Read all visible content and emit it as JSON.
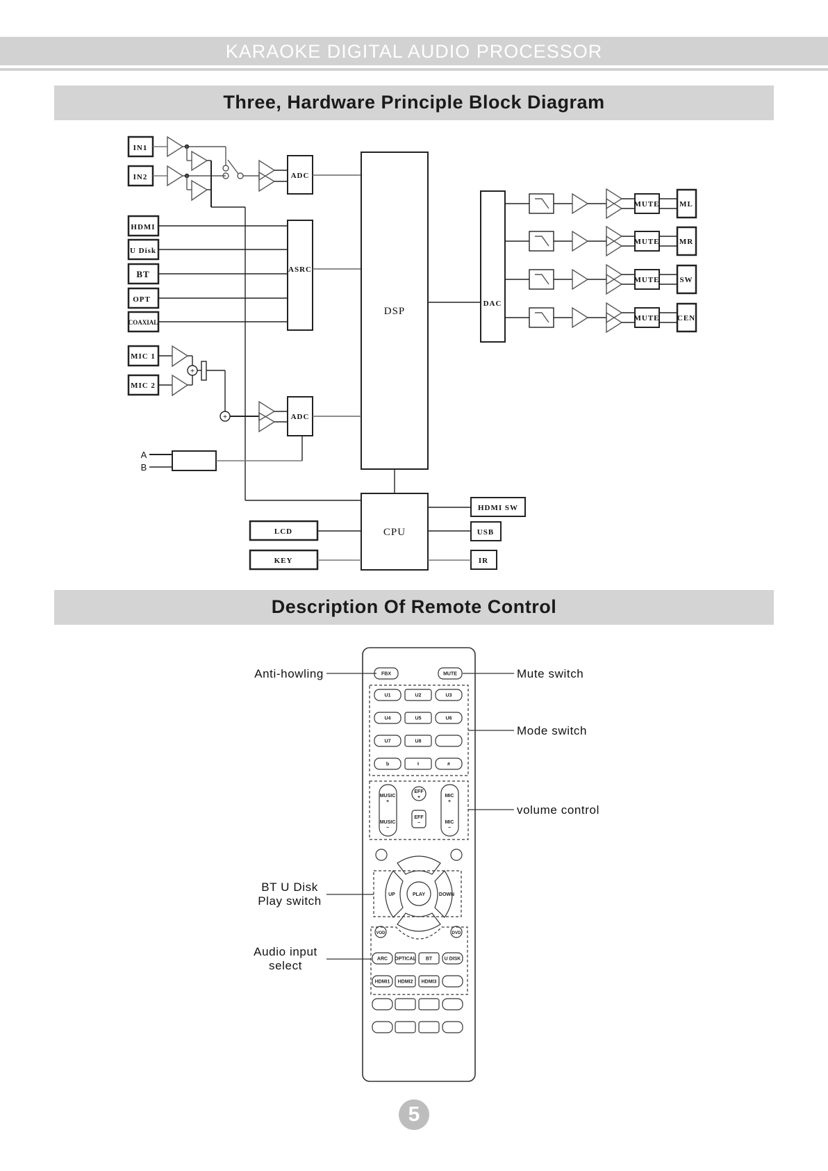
{
  "header": {
    "title": "KARAOKE DIGITAL AUDIO PROCESSOR"
  },
  "sections": {
    "block_diagram": {
      "title": "Three, Hardware Principle Block Diagram"
    },
    "remote": {
      "title": "Description Of Remote Control"
    }
  },
  "diagram": {
    "inputs_analog": [
      "IN1",
      "IN2"
    ],
    "inputs_digital": [
      "HDMI",
      "U Disk",
      "BT",
      "OPT",
      "COAXIAL"
    ],
    "mics": [
      "MIC 1",
      "MIC 2"
    ],
    "ab_labels": [
      "A",
      "B"
    ],
    "adc_top": "ADC",
    "adc_bottom": "ADC",
    "asrc": "ASRC",
    "dsp": "DSP",
    "dac": "DAC",
    "cpu": "CPU",
    "mute_label": "MUTE",
    "outputs": [
      "ML",
      "MR",
      "SW",
      "CEN"
    ],
    "cpu_left": [
      "LCD",
      "KEY"
    ],
    "cpu_right": [
      "HDMI SW",
      "USB",
      "IR"
    ]
  },
  "remote": {
    "top_buttons": {
      "fbx": "FBX",
      "mute": "MUTE"
    },
    "mode_buttons": [
      "U1",
      "U2",
      "U3",
      "U4",
      "U5",
      "U6",
      "U7",
      "U8",
      "",
      "b",
      "♮",
      "#"
    ],
    "volume": {
      "music_plus": "MUSIC +",
      "music_minus": "MUSIC −",
      "eff_plus": "EFF +",
      "eff_minus": "EFF −",
      "mic_plus": "MIC +",
      "mic_minus": "MIC −",
      "music": "MUSIC",
      "eff": "EFF",
      "mic": "MIC",
      "plus": "+",
      "minus": "−"
    },
    "nav": {
      "up": "UP",
      "play": "PLAY",
      "down": "DOWN"
    },
    "source_top": {
      "vod": "VOD",
      "dvd": "DVD"
    },
    "source_row1": [
      "ARC",
      "OPTICAL",
      "BT",
      "U DISK"
    ],
    "source_row2": [
      "HDMI1",
      "HDMI2",
      "HDMI3",
      ""
    ],
    "callouts": {
      "anti_howling": "Anti-howling",
      "mute_switch": "Mute switch",
      "mode_switch": "Mode switch",
      "volume_control": "volume control",
      "bt_line1": "BT U Disk",
      "bt_line2": "Play switch",
      "audio_line1": "Audio input",
      "audio_line2": "select"
    }
  },
  "footer": {
    "page_number": "5"
  }
}
